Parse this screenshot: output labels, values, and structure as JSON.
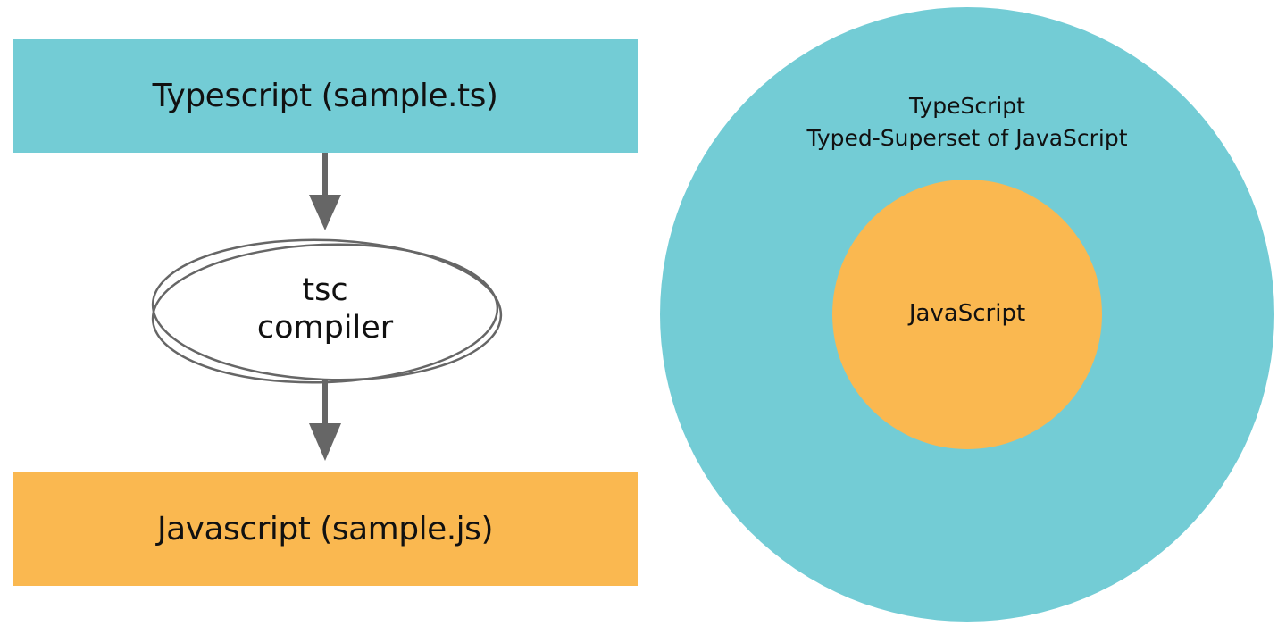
{
  "flow": {
    "source_box": {
      "label": "Typescript (sample.ts)",
      "color": "#73CCD5"
    },
    "compiler": {
      "line1": "tsc",
      "line2": "compiler"
    },
    "output_box": {
      "label": "Javascript (sample.js)",
      "color": "#FAB850"
    },
    "arrow_color": "#666666"
  },
  "venn": {
    "outer": {
      "title": "TypeScript",
      "subtitle": "Typed-Superset of JavaScript",
      "color": "#73CCD5"
    },
    "inner": {
      "label": "JavaScript",
      "color": "#FAB850"
    }
  }
}
